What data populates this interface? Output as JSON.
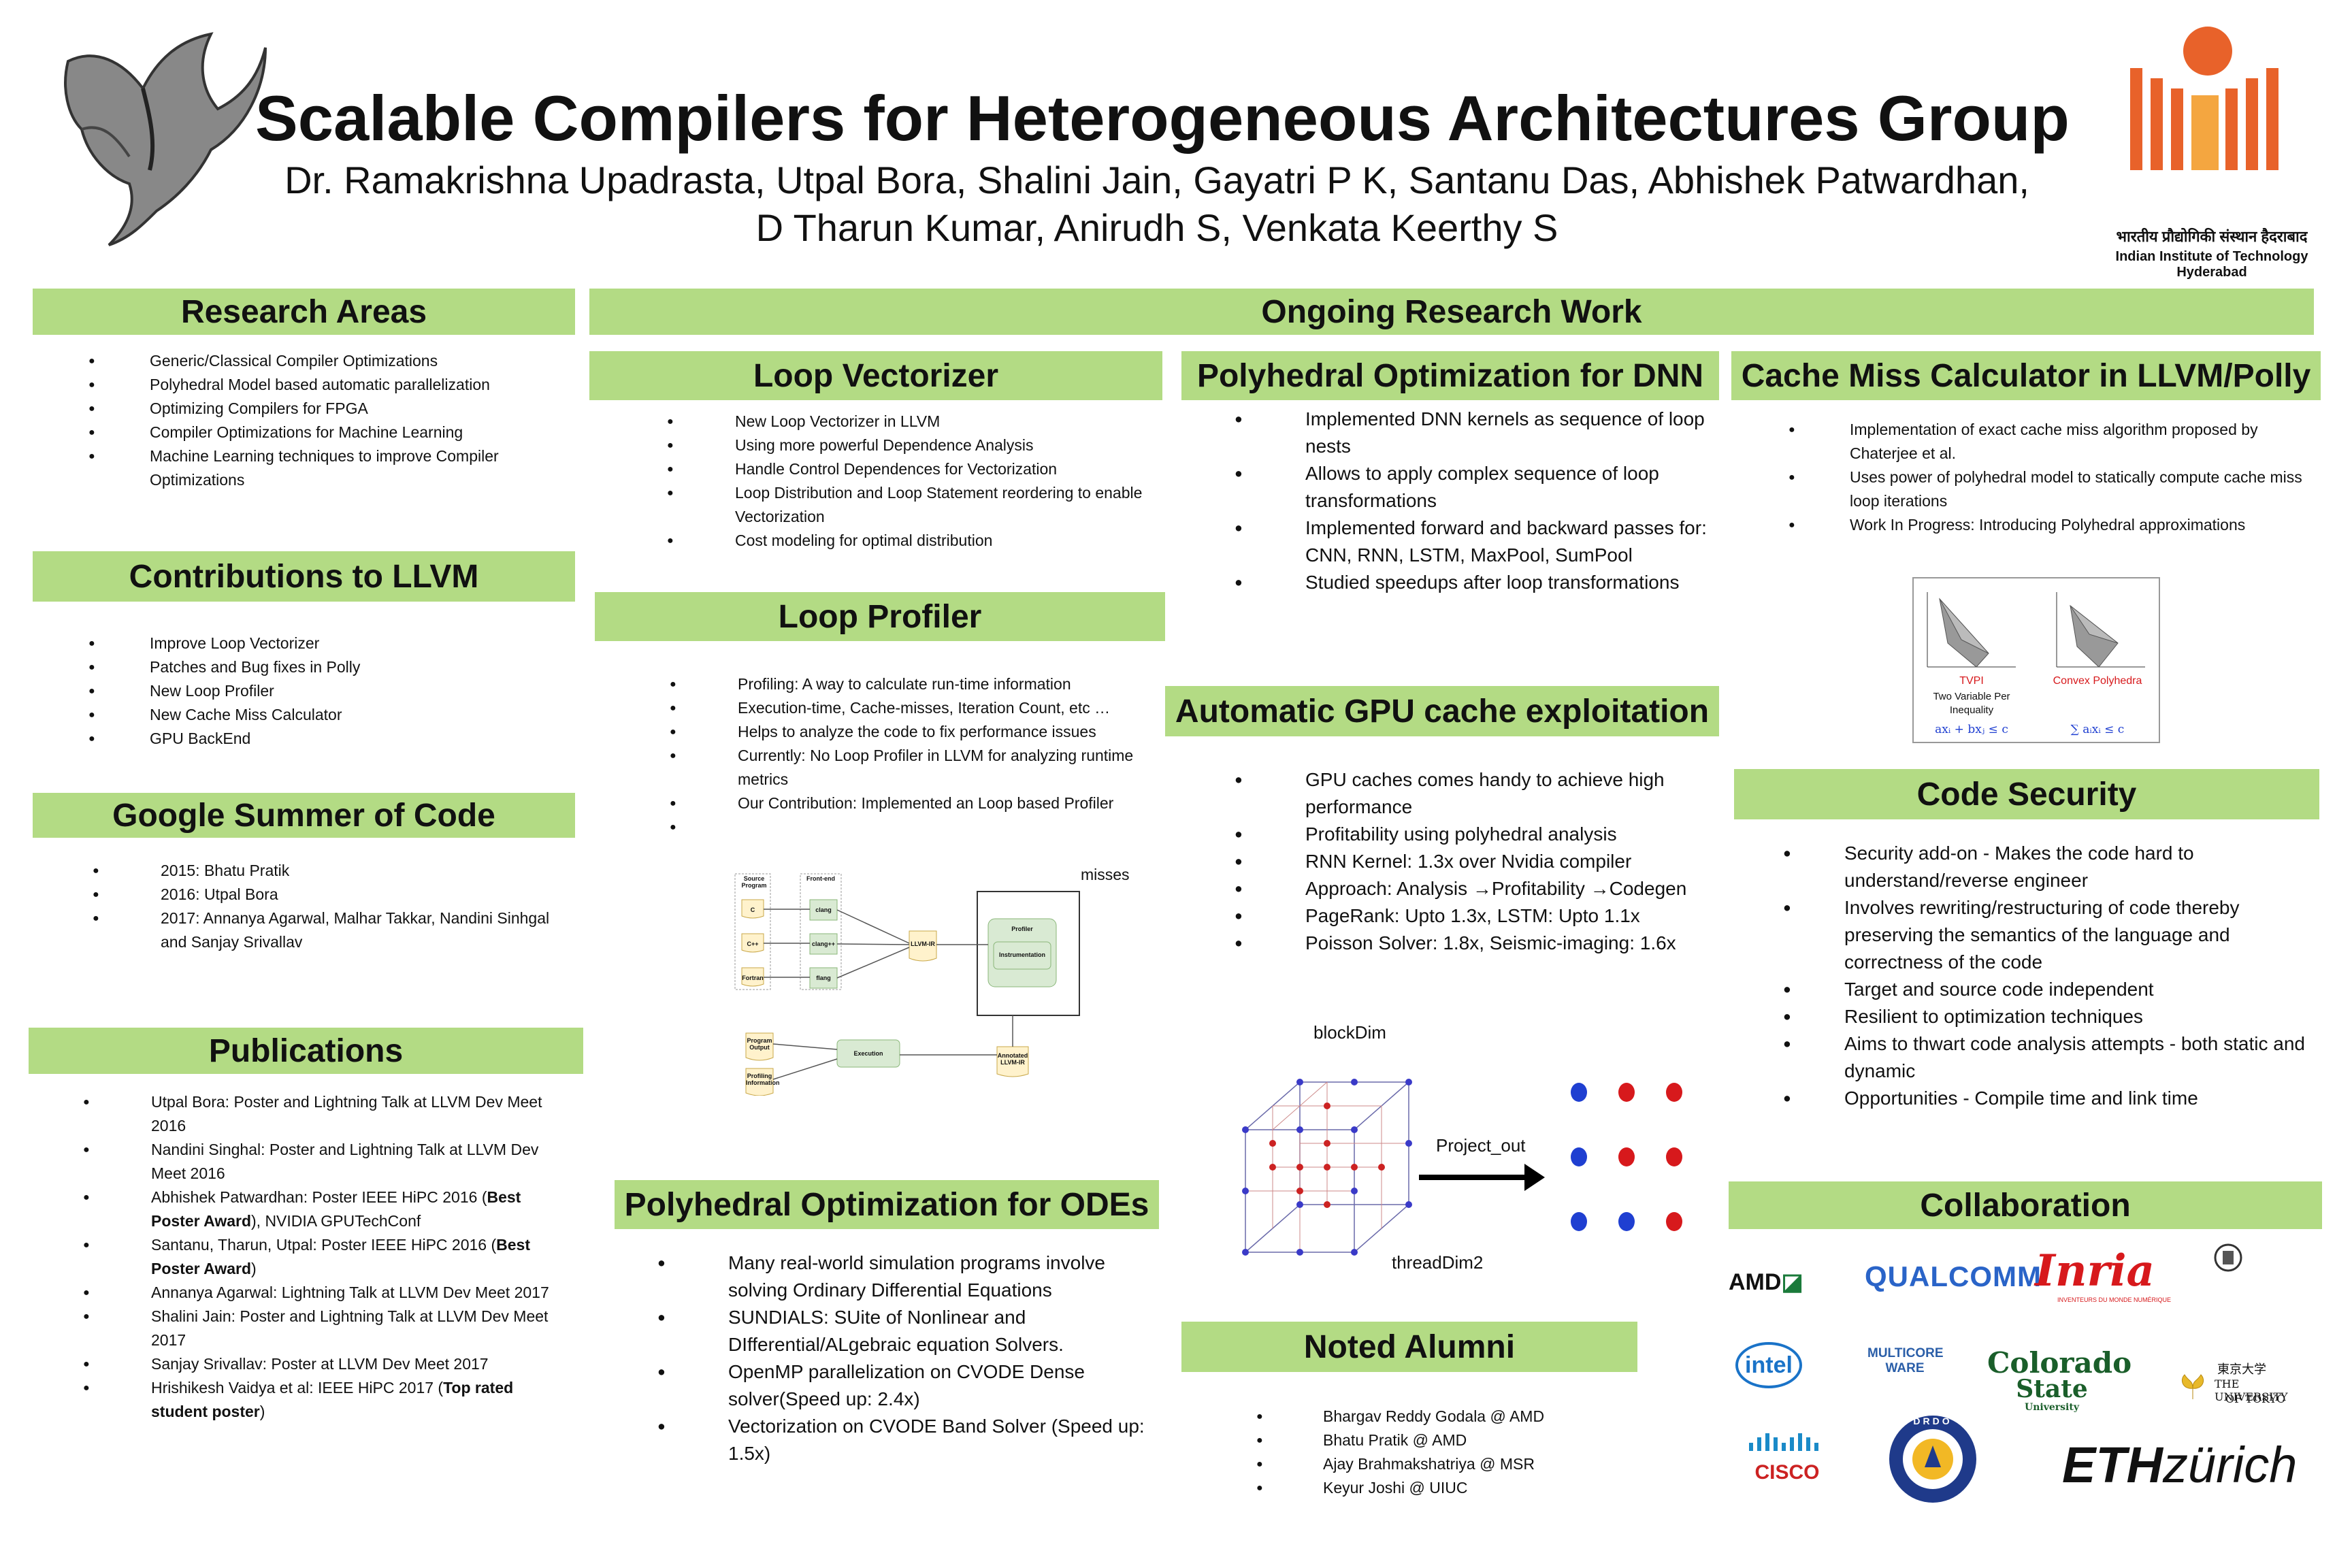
{
  "header": {
    "title": "Scalable Compilers for Heterogeneous Architectures Group",
    "authors_line1": "Dr. Ramakrishna Upadrasta, Utpal Bora, Shalini Jain, Gayatri P K, Santanu Das, Abhishek Patwardhan,",
    "authors_line2": "D Tharun Kumar, Anirudh S, Venkata Keerthy S",
    "institute_hindi": "भारतीय प्रौद्योगिकी संस्थान हैदराबाद",
    "institute_english": "Indian Institute of Technology Hyderabad"
  },
  "research_areas": {
    "title": "Research Areas",
    "items": [
      "Generic/Classical Compiler Optimizations",
      "Polyhedral Model based automatic parallelization",
      "Optimizing Compilers for FPGA",
      "Compiler Optimizations for Machine Learning",
      "Machine Learning techniques to improve Compiler Optimizations"
    ]
  },
  "contributions": {
    "title": "Contributions to LLVM",
    "items": [
      "Improve Loop Vectorizer",
      "Patches and Bug fixes in Polly",
      "New Loop Profiler",
      "New Cache Miss Calculator",
      "GPU BackEnd"
    ]
  },
  "gsoc": {
    "title": "Google Summer of Code",
    "items": [
      "2015: Bhatu Pratik",
      "2016: Utpal Bora",
      "2017: Annanya Agarwal, Malhar Takkar, Nandini Sinhgal and Sanjay Srivallav"
    ]
  },
  "publications": {
    "title": "Publications",
    "items": [
      {
        "pre": "Utpal Bora: Poster and Lightning Talk at LLVM Dev Meet 2016"
      },
      {
        "pre": "Nandini Singhal: Poster and Lightning Talk at LLVM Dev Meet 2016"
      },
      {
        "pre": "Abhishek Patwardhan: Poster IEEE HiPC 2016 (",
        "bold": "Best Poster Award",
        "post": "), NVIDIA GPUTechConf"
      },
      {
        "pre": "Santanu, Tharun, Utpal: Poster IEEE HiPC 2016 (",
        "bold": "Best Poster Award",
        "post": ")"
      },
      {
        "pre": "Annanya Agarwal: Lightning Talk at LLVM Dev Meet 2017"
      },
      {
        "pre": "Shalini Jain: Poster and Lightning Talk at LLVM Dev Meet 2017"
      },
      {
        "pre": "Sanjay Srivallav: Poster at LLVM Dev Meet 2017"
      },
      {
        "pre": "Hrishikesh Vaidya et al: IEEE HiPC 2017 (",
        "bold": "Top rated student poster",
        "post": ")"
      }
    ]
  },
  "ongoing": {
    "title": "Ongoing Research Work"
  },
  "loop_vectorizer": {
    "title": "Loop Vectorizer",
    "items": [
      "New Loop Vectorizer in LLVM",
      "Using more powerful Dependence Analysis",
      "Handle Control Dependences for Vectorization",
      "Loop Distribution and Loop Statement reordering to enable  Vectorization",
      "Cost modeling for optimal distribution"
    ]
  },
  "loop_profiler": {
    "title": "Loop Profiler",
    "items": [
      "Profiling: A way to calculate run-time information",
      "Execution-time, Cache-misses, Iteration Count, etc …",
      "Helps to analyze the code to fix performance issues",
      "Currently: No Loop Profiler in LLVM for analyzing runtime metrics",
      "Our Contribution: Implemented an Loop based Profiler"
    ],
    "trailing_text": "misses",
    "diagram": {
      "col1_header": "Source Program",
      "col2_header": "Front-end",
      "sources": [
        "C",
        "C++",
        "Fortran"
      ],
      "frontends": [
        "clang",
        "clang++",
        "flang"
      ],
      "ir": "LLVM-IR",
      "profiler": "Profiler",
      "instrumentation": "Instrumentation",
      "program_output": "Program Output",
      "profiling_information": "Profiling Information",
      "execution": "Execution",
      "annotated": "Annotated LLVM-IR"
    }
  },
  "ode": {
    "title": "Polyhedral Optimization for ODEs",
    "items": [
      "Many real-world simulation programs involve solving Ordinary Differential Equations",
      "SUNDIALS: SUite of Nonlinear and DIfferential/ALgebraic equation Solvers.",
      "OpenMP parallelization on CVODE Dense solver(Speed up: 2.4x)",
      "Vectorization on CVODE Band Solver (Speed up: 1.5x)"
    ]
  },
  "dnn": {
    "title": "Polyhedral Optimization for DNN",
    "items": [
      "Implemented DNN kernels as sequence of loop nests",
      "Allows to apply complex sequence of loop transformations",
      "Implemented forward and backward passes for: CNN, RNN, LSTM, MaxPool, SumPool",
      "Studied speedups after loop transformations"
    ]
  },
  "gpu": {
    "title": "Automatic GPU cache exploitation",
    "items": [
      "GPU caches comes handy to achieve high performance",
      "Profitability using polyhedral analysis",
      "RNN Kernel: 1.3x over Nvidia compiler",
      "Approach: Analysis →Profitability →Codegen",
      "PageRank: Upto 1.3x, LSTM: Upto 1.1x",
      "Poisson Solver: 1.8x, Seismic-imaging: 1.6x"
    ],
    "figure": {
      "label_top": "blockDim",
      "label_arrow": "Project_out",
      "label_bottom": "threadDim2"
    }
  },
  "alumni": {
    "title": "Noted Alumni",
    "items": [
      "Bhargav Reddy Godala  @ AMD",
      "Bhatu Pratik @ AMD",
      "Ajay Brahmakshatriya @ MSR",
      "Keyur Joshi @ UIUC"
    ]
  },
  "cache": {
    "title": "Cache Miss Calculator in LLVM/Polly",
    "items": [
      "Implementation of exact cache miss algorithm proposed by Chaterjee et al.",
      "Uses power of polyhedral model to statically compute cache miss loop iterations",
      "Work In Progress: Introducing  Polyhedral approximations"
    ],
    "figure": {
      "left_label": "TVPI",
      "left_sub": "Two Variable Per Inequality",
      "left_formula": "axᵢ + bxⱼ ≤ c",
      "right_label": "Convex Polyhedra",
      "right_formula": "∑ aᵢxᵢ ≤ c"
    }
  },
  "security": {
    "title": "Code Security",
    "items": [
      "Security add-on - Makes the code hard to understand/reverse engineer",
      "Involves rewriting/restructuring of code thereby preserving the semantics of the language and correctness of the code",
      "Target and source code independent",
      "Resilient to optimization techniques",
      "Aims to thwart code analysis attempts - both static and dynamic",
      "Opportunities - Compile time and link time"
    ]
  },
  "collaboration": {
    "title": "Collaboration",
    "logos": {
      "amd": "AMD",
      "qualcomm": "QUALCOMM",
      "inria": "Inria",
      "inria_sub": "INVENTEURS DU MONDE NUMÉRIQUE",
      "intel": "intel",
      "multicoreware_1": "MULTICORE",
      "multicoreware_2": "WARE",
      "colorado_1": "Colorado",
      "colorado_2": "State",
      "colorado_3": "University",
      "tokyo_jp": "東京大学",
      "tokyo_1": "THE UNIVERSITY",
      "tokyo_2": "OF TOKYO",
      "cisco": "CISCO",
      "drdo": "DRDO",
      "eth_1": "ETH",
      "eth_2": "zürich"
    }
  },
  "colors": {
    "banner": "#b3db84",
    "iith_orange": "#e8622a",
    "red": "#d7191c",
    "blue": "#1f3fd1"
  }
}
